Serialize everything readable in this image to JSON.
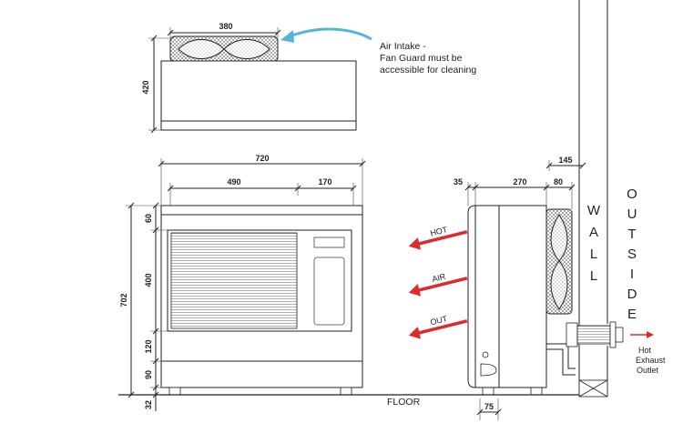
{
  "top_view": {
    "dim_width": "380",
    "dim_height": "420",
    "callout": [
      "Air Intake -",
      "Fan Guard must be",
      "accessible for cleaning"
    ]
  },
  "front_view": {
    "dim_total_width": "720",
    "dim_left": "490",
    "dim_right": "170",
    "dim_total_height": "702",
    "dim_60": "60",
    "dim_400": "400",
    "dim_120": "120",
    "dim_90": "90",
    "dim_32": "32"
  },
  "side_view": {
    "dim_35": "35",
    "dim_270": "270",
    "dim_80": "80",
    "dim_145": "145",
    "dim_75": "75",
    "arrows": [
      "HOT",
      "AIR",
      "OUT"
    ],
    "exhaust": [
      "Hot",
      "Exhaust",
      "Outlet"
    ]
  },
  "labels": {
    "floor": "FLOOR",
    "wall": [
      "W",
      "A",
      "L",
      "L"
    ],
    "outside": [
      "O",
      "U",
      "T",
      "S",
      "I",
      "D",
      "E"
    ]
  },
  "colors": {
    "callout_arrow": "#56b4dc",
    "hot_arrow": "#e02a2a",
    "line": "#222222"
  }
}
